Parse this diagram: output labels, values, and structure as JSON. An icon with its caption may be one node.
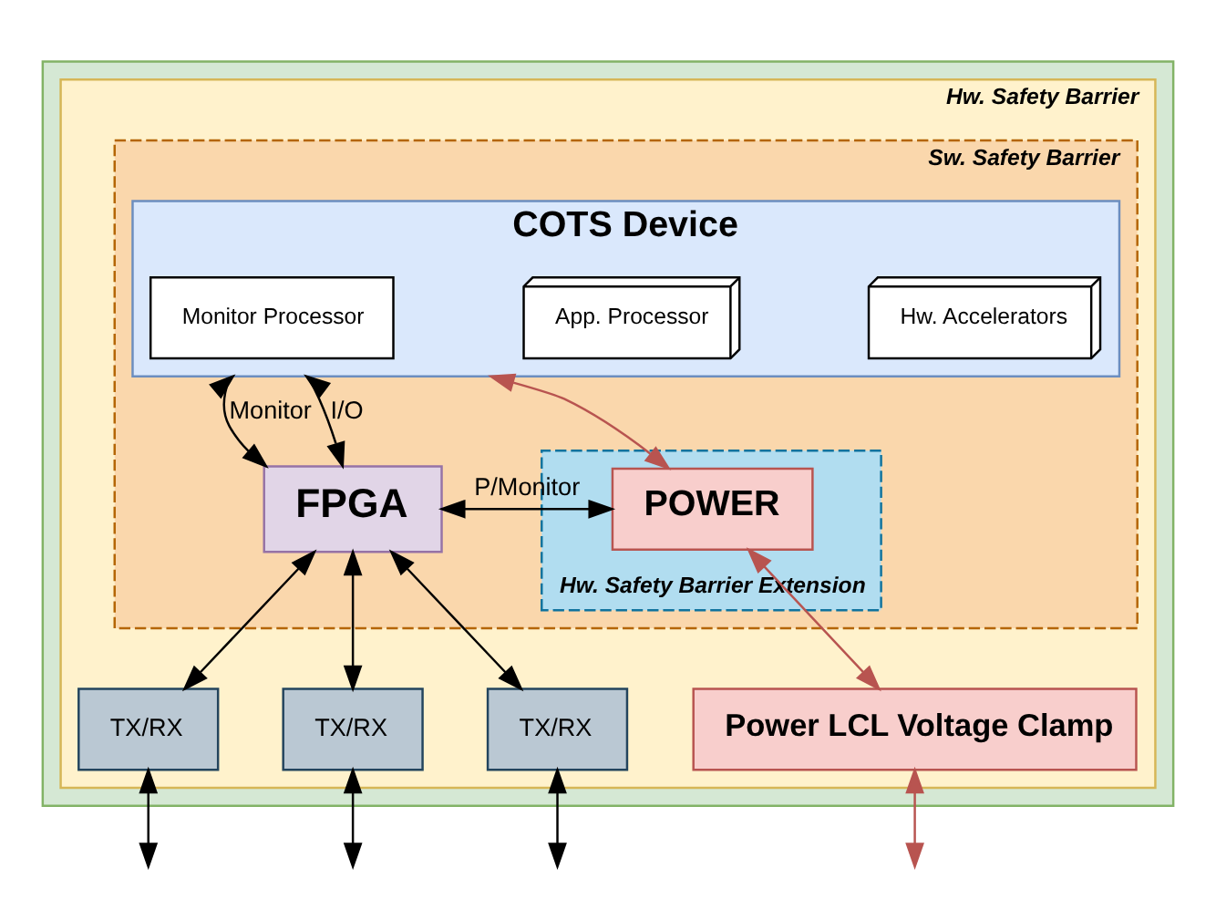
{
  "diagram": {
    "nodes": [
      {
        "text": [],
        "shape": "box"
      },
      {
        "text": [
          "Hw. Safety Barrier"
        ],
        "in": 0
      },
      {
        "text": [
          "Sw. Safety Barrier"
        ],
        "in": 1
      },
      {
        "text": [
          "COTS Device"
        ],
        "in": 2
      },
      {
        "text": [
          "Monitor Processor"
        ],
        "in": 3
      },
      {
        "text": [
          "App. Processor"
        ],
        "in": 3
      },
      {
        "text": [
          "Hw. Accelerators"
        ],
        "in": 3
      },
      {
        "text": [
          "FPGA"
        ],
        "in": 2
      },
      {
        "text": [
          "Hw. Safety Barrier Extension"
        ],
        "in": 2
      },
      {
        "text": [
          "POWER"
        ],
        "in": 8
      },
      {
        "text": [
          "TX/RX"
        ],
        "in": 1
      },
      {
        "text": [
          "TX/RX"
        ],
        "in": 1
      },
      {
        "text": [
          "TX/RX"
        ],
        "in": 1
      },
      {
        "text": [
          "Power LCL Voltage Clamp"
        ],
        "in": 1
      }
    ],
    "edges": [
      {
        "from": 3,
        "to": 7,
        "arrow": "both",
        "label": "Monitor"
      },
      {
        "from": 3,
        "to": 7,
        "arrow": "both",
        "label": "I/O"
      },
      {
        "from": 3,
        "to": 9,
        "arrow": "both",
        "color": "#b85450"
      },
      {
        "from": 7,
        "to": 9,
        "arrow": "both",
        "label": "P/Monitor"
      },
      {
        "from": 9,
        "to": 13,
        "arrow": "both",
        "color": "#b85450"
      },
      {
        "from": 7,
        "to": 10,
        "arrow": "both"
      },
      {
        "from": 7,
        "to": 11,
        "arrow": "both"
      },
      {
        "from": 7,
        "to": 12,
        "arrow": "both"
      },
      {
        "from": 10,
        "to": null,
        "arrow": "both"
      },
      {
        "from": 11,
        "to": null,
        "arrow": "both"
      },
      {
        "from": 12,
        "to": null,
        "arrow": "both"
      },
      {
        "from": 13,
        "to": null,
        "arrow": "both",
        "color": "#b85450"
      }
    ]
  }
}
